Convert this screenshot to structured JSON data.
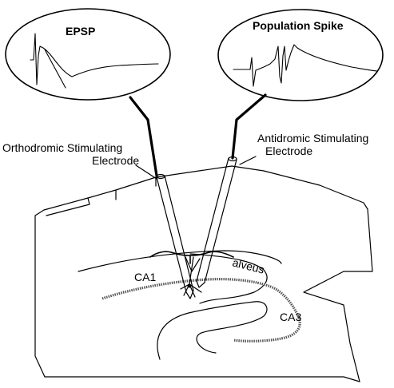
{
  "labels": {
    "epsp": "EPSP",
    "population_spike": "Population Spike",
    "orthodromic_line1": "Orthodromic  Stimulating",
    "orthodromic_line2": "Electrode",
    "antidromic_line1": "Antidromic  Stimulating",
    "antidromic_line2": "Electrode",
    "ca1": "CA1",
    "ca3": "CA3",
    "alveus": "alveus"
  },
  "colors": {
    "ink": "#000000",
    "background": "#ffffff",
    "cell_layer": "#555555"
  }
}
